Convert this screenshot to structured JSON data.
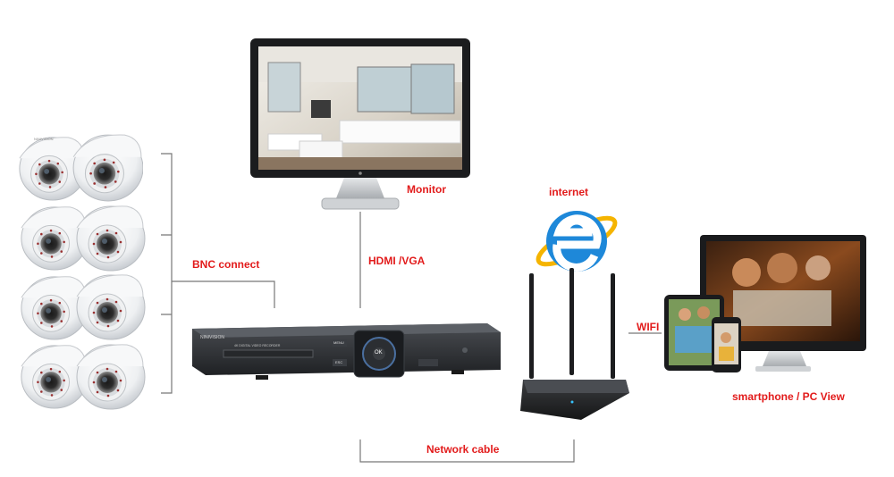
{
  "labels": {
    "monitor": "Monitor",
    "internet": "internet",
    "bnc": "BNC connect",
    "hdmi": "HDMI /VGA",
    "wifi": "WIFI",
    "pc_view": "smartphone / PC View",
    "network": "Network cable"
  },
  "camera": {
    "brand": "NINIVISION",
    "count": 8
  },
  "dvr": {
    "brand": "NINIVISION",
    "model": "4K DIGITAL VIDEO RECORDER",
    "menu": "MENU",
    "esc": "ESC",
    "ok": "OK"
  },
  "icons": [
    "internet-explorer-icon",
    "router-icon",
    "monitor-icon",
    "dvr-icon",
    "dome-camera-icon",
    "tablet-icon",
    "smartphone-icon"
  ],
  "colors": {
    "label": "#e21b1b",
    "line": "#777777",
    "ie_blue": "#1e88d9",
    "ie_ring": "#f5b400"
  }
}
